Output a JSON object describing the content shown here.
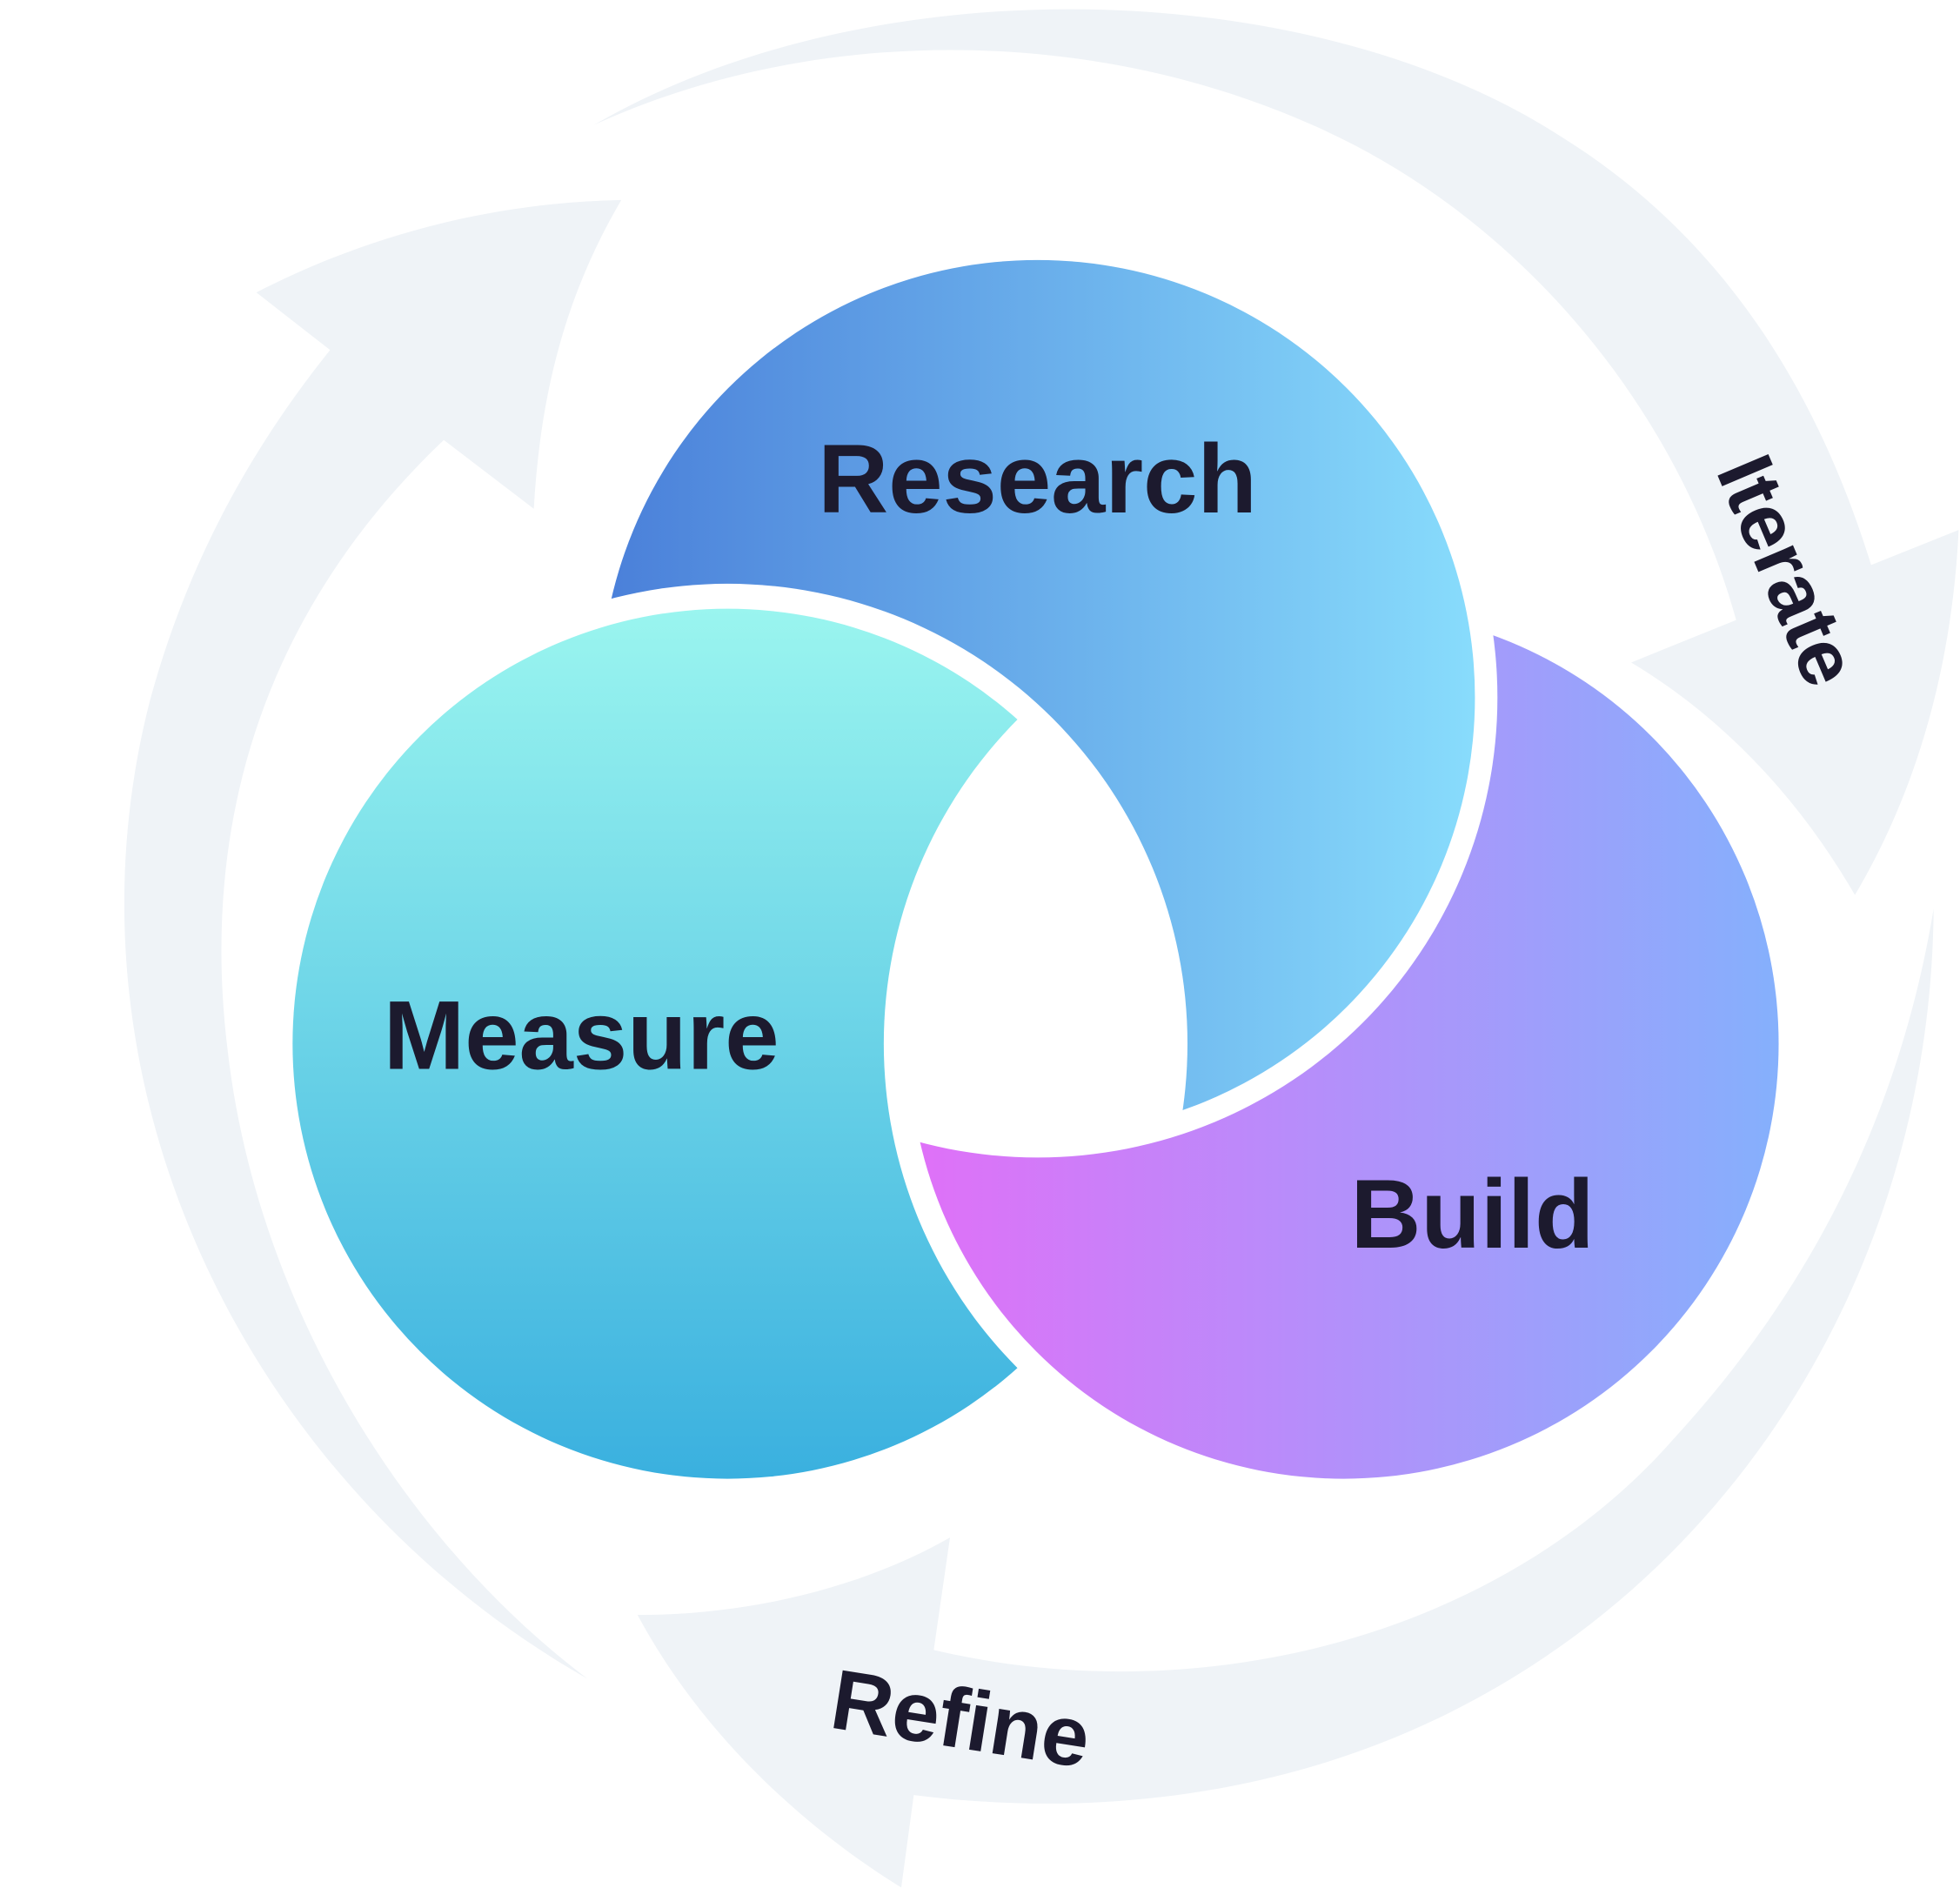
{
  "diagram": {
    "stages": [
      {
        "label": "Research",
        "gradient": [
          "#4a7fd9",
          "#88dcfc"
        ]
      },
      {
        "label": "Measure",
        "gradient": [
          "#9af5ef",
          "#3ab0df"
        ]
      },
      {
        "label": "Build",
        "gradient": [
          "#e070f8",
          "#85b0fc"
        ]
      }
    ],
    "cycle_arrows": [
      {
        "label": "Iterate"
      },
      {
        "label": "Refine"
      }
    ],
    "arrow_color": "#eff3f7",
    "text_color": "#1c1a2e"
  }
}
